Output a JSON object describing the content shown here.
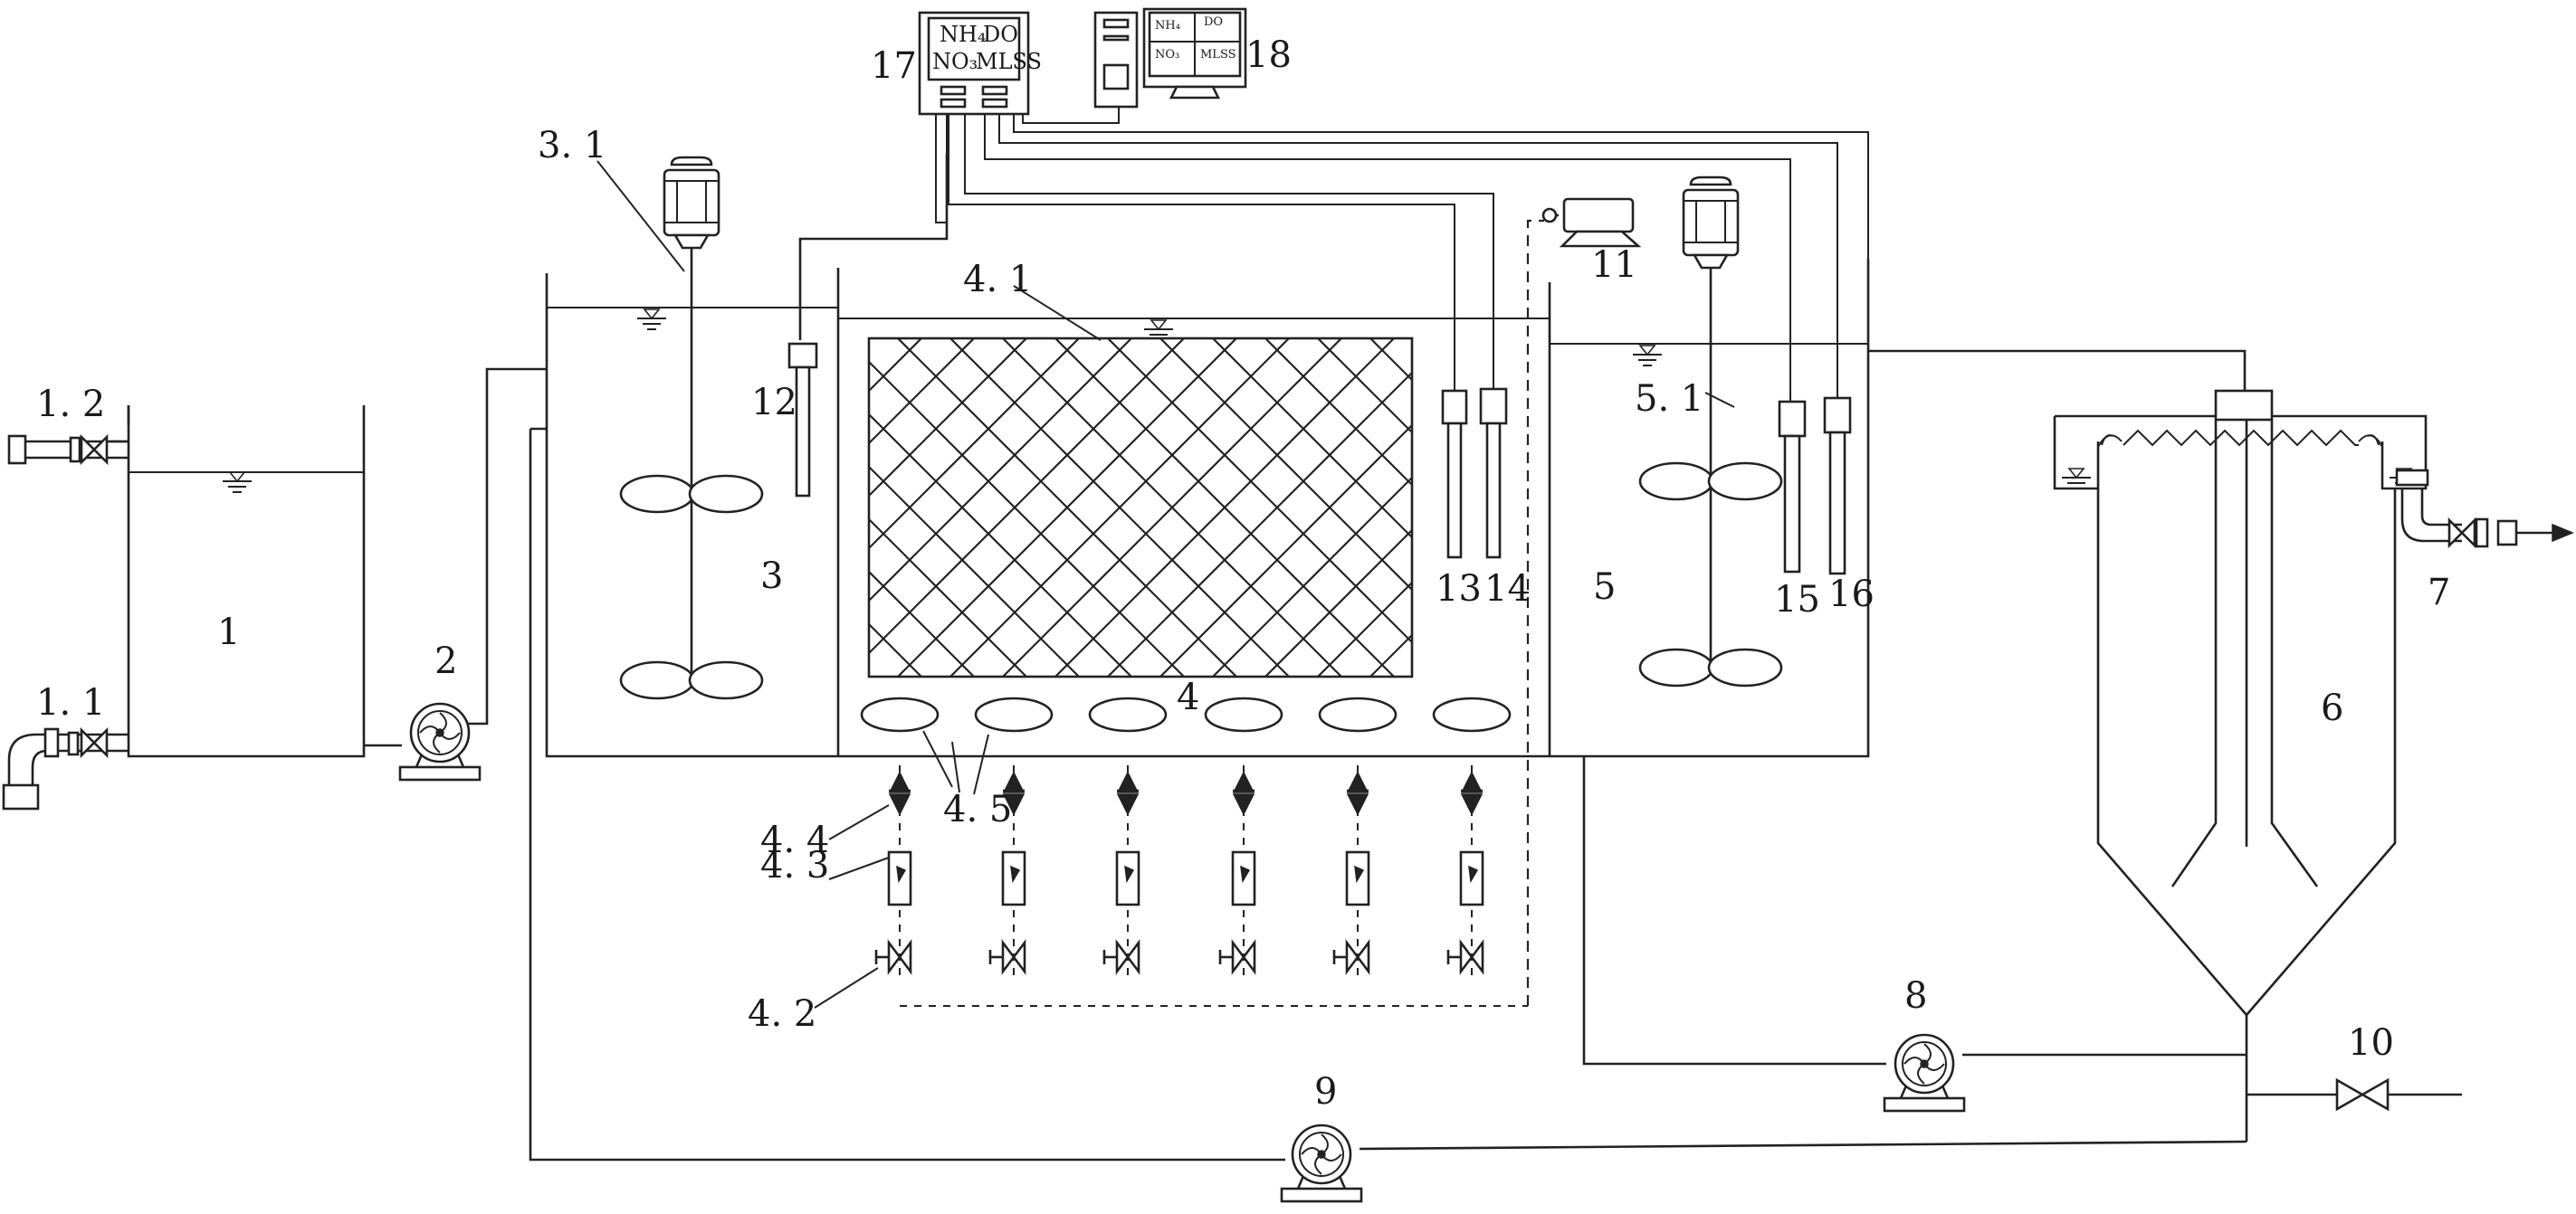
{
  "labels": {
    "l1": "1",
    "l1_1": "1. 1",
    "l1_2": "1. 2",
    "l2": "2",
    "l3": "3",
    "l3_1": "3. 1",
    "l4": "4",
    "l4_1": "4. 1",
    "l4_2": "4. 2",
    "l4_3": "4. 3",
    "l4_4": "4. 4",
    "l4_5": "4. 5",
    "l5": "5",
    "l5_1": "5. 1",
    "l6": "6",
    "l7": "7",
    "l8": "8",
    "l9": "9",
    "l10": "10",
    "l11": "11",
    "l12": "12",
    "l13": "13",
    "l14": "14",
    "l15": "15",
    "l16": "16",
    "l17": "17",
    "l18": "18"
  },
  "monitor": {
    "nh4": "NH₄",
    "do": "DO",
    "no3": "NO₃",
    "mlss": "MLSS"
  },
  "screen": {
    "nh4": "NH₄",
    "do": "DO",
    "no3": "NO₃",
    "mlss": "MLSS"
  }
}
